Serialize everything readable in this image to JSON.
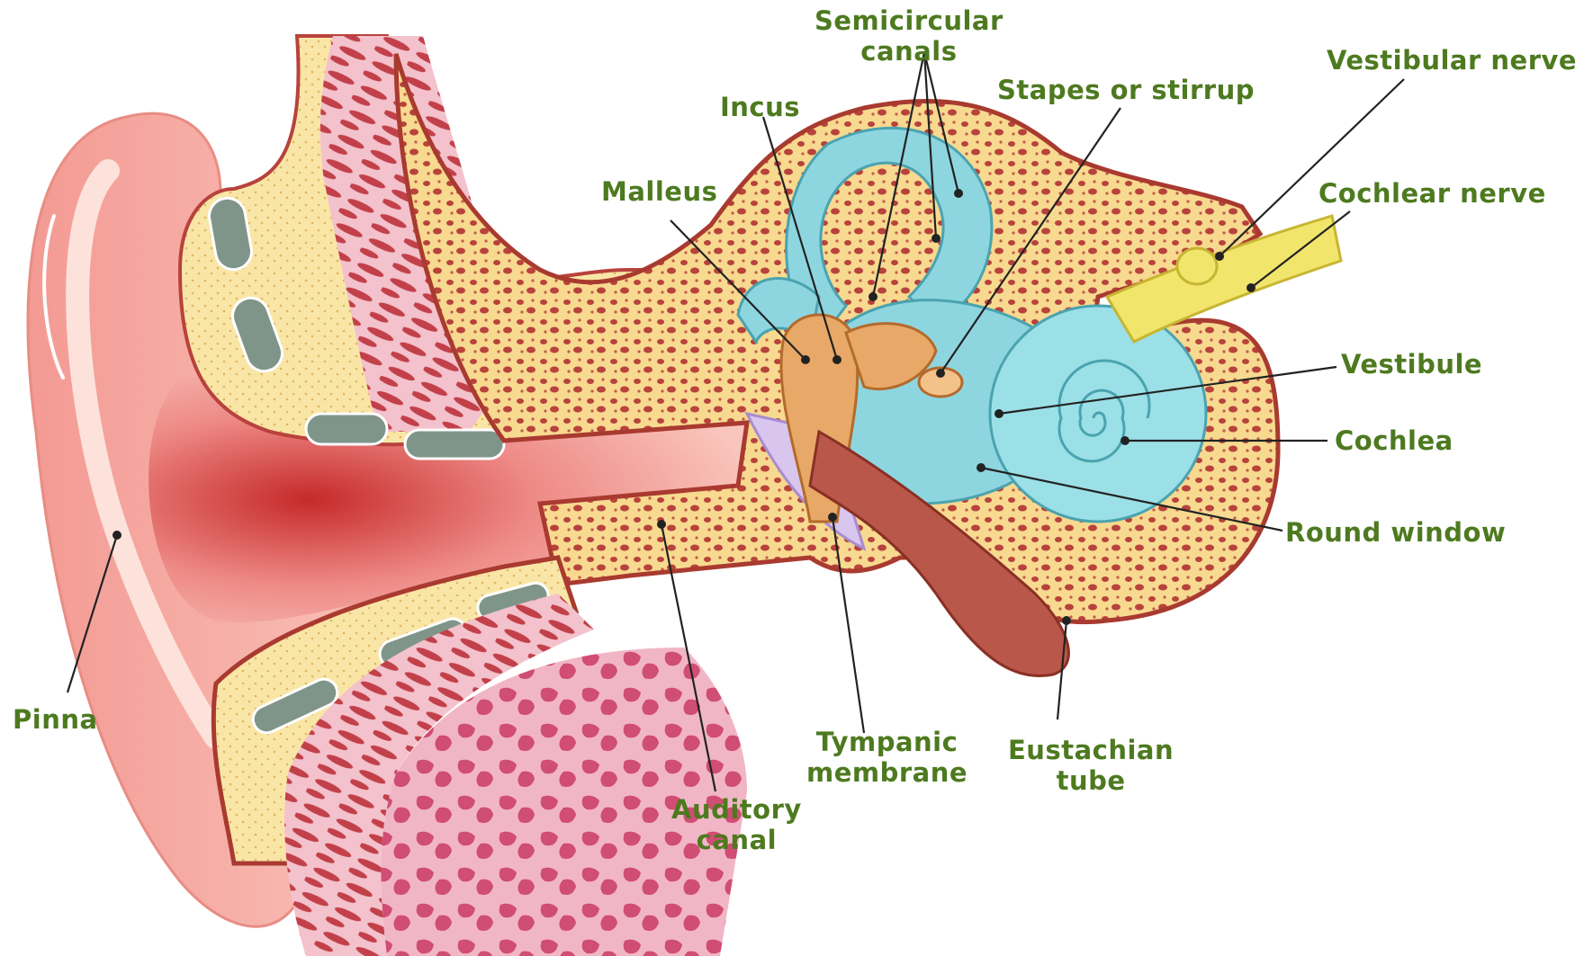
{
  "labels": {
    "semicircular_canals": [
      "Semicircular",
      "canals"
    ],
    "incus": "Incus",
    "stapes": "Stapes or stirrup",
    "vestibular_nerve": "Vestibular nerve",
    "malleus": "Malleus",
    "cochlear_nerve": "Cochlear nerve",
    "vestibule": "Vestibule",
    "cochlea": "Cochlea",
    "round_window": "Round window",
    "pinna": "Pinna",
    "tympanic_membrane": [
      "Tympanic",
      "membrane"
    ],
    "eustachian_tube": [
      "Eustachian",
      "tube"
    ],
    "auditory_canal": [
      "Auditory",
      "canal"
    ]
  },
  "colors": {
    "label_text": "#4d7a1f",
    "skin": "#f6b3a8",
    "bone": "#f7d98f",
    "bone_spots": "#b8423c",
    "inner_ear": "#8ed6df",
    "muscle": "#c2404a",
    "cartilage": "#7f958a"
  }
}
